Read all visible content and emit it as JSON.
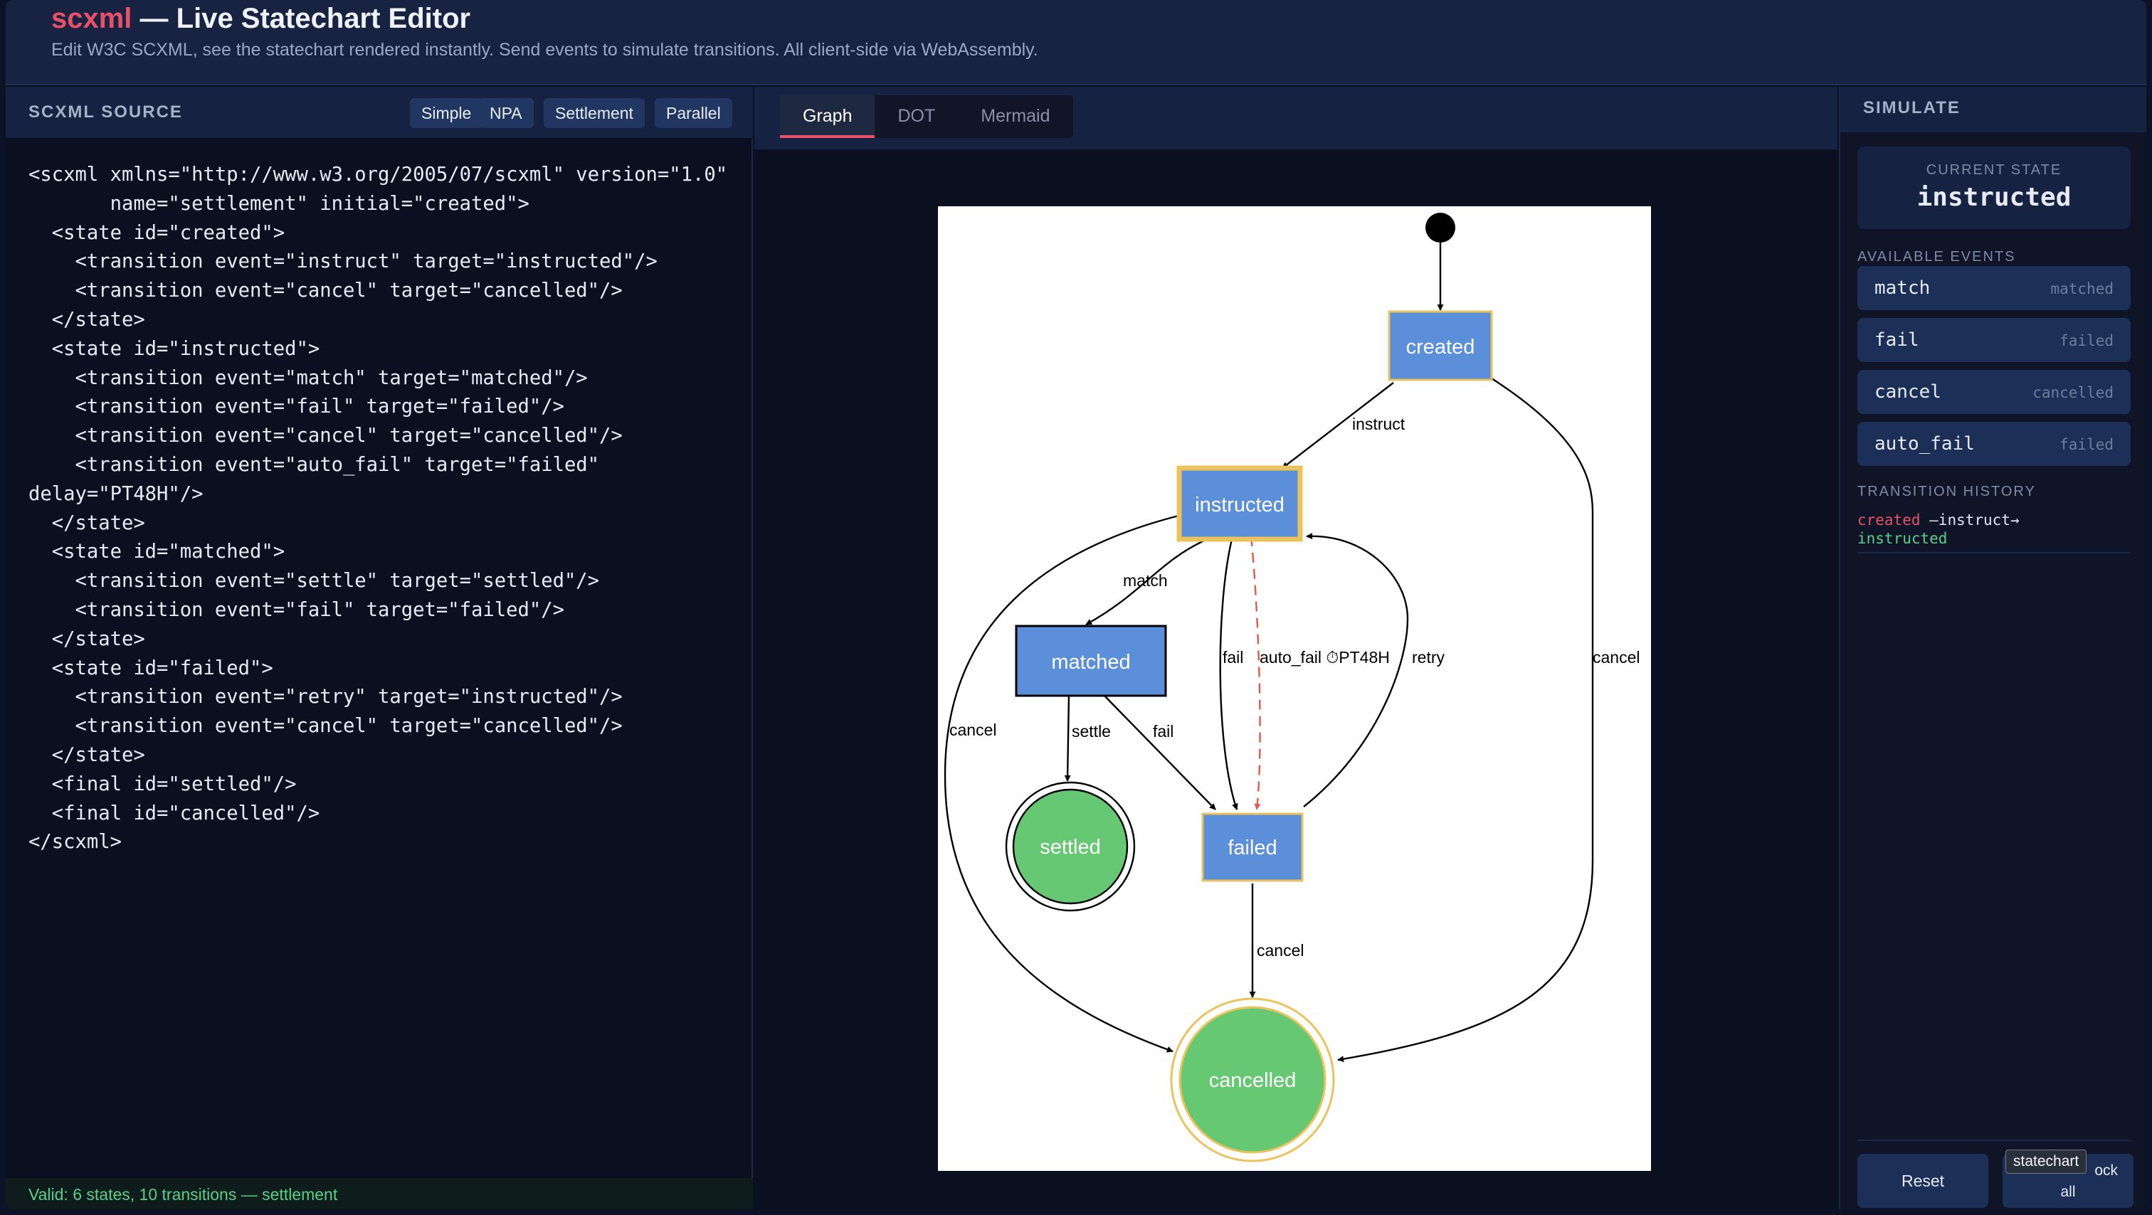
{
  "header": {
    "brand": "scxml",
    "title_rest": " — Live Statechart Editor",
    "subtitle": "Edit W3C SCXML, see the statechart rendered instantly. Send events to simulate transitions. All client-side via WebAssembly."
  },
  "source": {
    "heading": "SCXML SOURCE",
    "presets": [
      "Simple",
      "NPA",
      "Settlement",
      "Parallel"
    ],
    "code": "<scxml xmlns=\"http://www.w3.org/2005/07/scxml\" version=\"1.0\"\n       name=\"settlement\" initial=\"created\">\n  <state id=\"created\">\n    <transition event=\"instruct\" target=\"instructed\"/>\n    <transition event=\"cancel\" target=\"cancelled\"/>\n  </state>\n  <state id=\"instructed\">\n    <transition event=\"match\" target=\"matched\"/>\n    <transition event=\"fail\" target=\"failed\"/>\n    <transition event=\"cancel\" target=\"cancelled\"/>\n    <transition event=\"auto_fail\" target=\"failed\"\ndelay=\"PT48H\"/>\n  </state>\n  <state id=\"matched\">\n    <transition event=\"settle\" target=\"settled\"/>\n    <transition event=\"fail\" target=\"failed\"/>\n  </state>\n  <state id=\"failed\">\n    <transition event=\"retry\" target=\"instructed\"/>\n    <transition event=\"cancel\" target=\"cancelled\"/>\n  </state>\n  <final id=\"settled\"/>\n  <final id=\"cancelled\"/>\n</scxml>",
    "status": "Valid: 6 states, 10 transitions — settlement"
  },
  "view_tabs": [
    "Graph",
    "DOT",
    "Mermaid"
  ],
  "graph": {
    "states": {
      "created": "created",
      "instructed": "instructed",
      "matched": "matched",
      "failed": "failed",
      "settled": "settled",
      "cancelled": "cancelled"
    },
    "edge_labels": {
      "instruct": "instruct",
      "match": "match",
      "fail_instructed": "fail",
      "auto_fail": "auto_fail ⏱PT48H",
      "retry": "retry",
      "cancel_created": "cancel",
      "cancel_instructed": "cancel",
      "settle": "settle",
      "fail_matched": "fail",
      "cancel_failed": "cancel"
    },
    "colors": {
      "state_fill": "#5b8fd9",
      "final_fill": "#66c872",
      "highlight": "#ebc35a",
      "delayed_edge": "#dd5a4a"
    }
  },
  "simulate": {
    "heading": "SIMULATE",
    "current_state_label": "CURRENT STATE",
    "current_state": "instructed",
    "available_events_label": "AVAILABLE EVENTS",
    "events": [
      {
        "name": "match",
        "target": "matched"
      },
      {
        "name": "fail",
        "target": "failed"
      },
      {
        "name": "cancel",
        "target": "cancelled"
      },
      {
        "name": "auto_fail",
        "target": "failed"
      }
    ],
    "history_label": "TRANSITION HISTORY",
    "history": {
      "from": "created",
      "arrow": " —instruct→",
      "to": "instructed"
    },
    "reset_label": "Reset",
    "lock_label_top": "ock",
    "lock_label_bottom": "all",
    "tooltip": "statechart"
  },
  "theme": {
    "accent": "#e8506a",
    "panel": "#162241",
    "background": "#0b1020",
    "valid_green": "#57d08b"
  }
}
